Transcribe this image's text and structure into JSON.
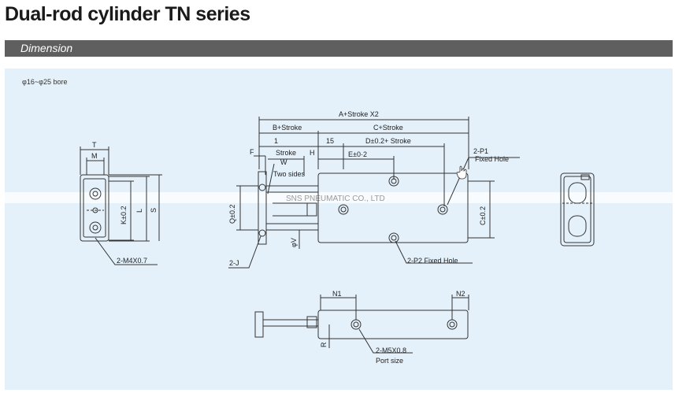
{
  "header": {
    "title": "Dual-rod cylinder TN series",
    "section": "Dimension"
  },
  "diagram": {
    "bore_note": "φ16~φ25 bore",
    "watermark": "SNS PNEUMATIC CO., LTD",
    "dims": {
      "overall": "A+Stroke X2",
      "b_stroke": "B+Stroke",
      "c_stroke": "C+Stroke",
      "one": "1",
      "fifteen": "15",
      "d_stroke": "D±0.2+ Stroke",
      "f": "F",
      "stroke": "Stroke",
      "h": "H",
      "e": "E±0·2",
      "w": "W",
      "two_sides": "Two sides",
      "t": "T",
      "m": "M",
      "k": "K±0.2",
      "l": "L",
      "s": "S",
      "q": "Q±0.2",
      "c_tol": "C±0.2",
      "v": "φV",
      "n1": "N1",
      "n2": "N2",
      "r": "R"
    },
    "callouts": {
      "p1_a": "2-P1",
      "p1_b": "Fixed Hole",
      "p2": "2-P2 Fixed Hole",
      "m4": "2-M4X0.7",
      "j": "2-J",
      "m5_a": "2-M5X0.8",
      "m5_b": "Port size"
    }
  }
}
